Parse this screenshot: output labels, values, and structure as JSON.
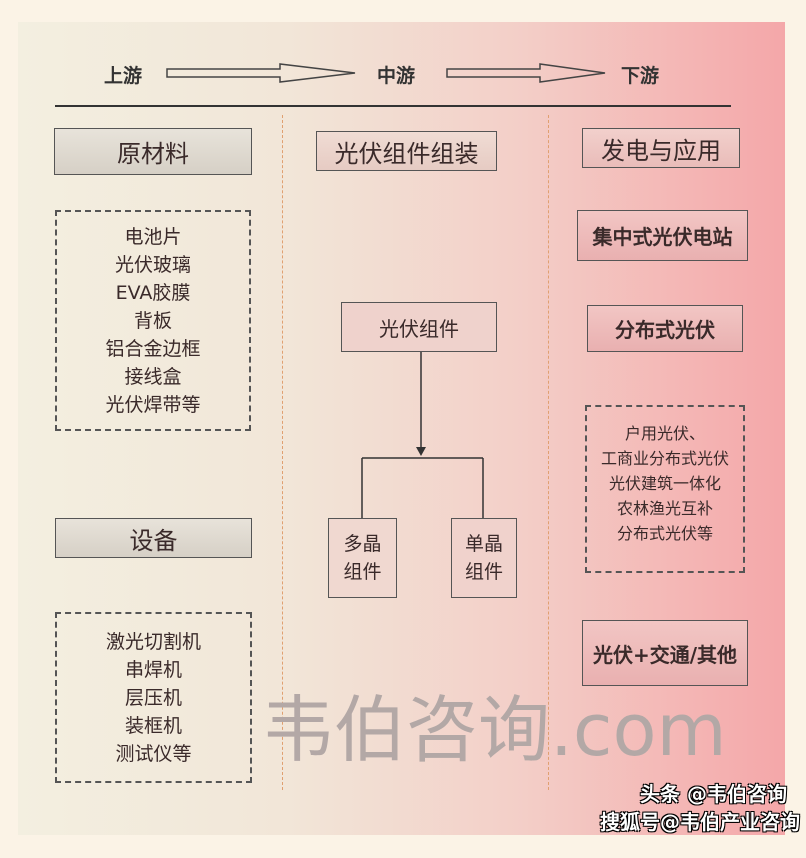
{
  "header": {
    "upstream": "上游",
    "midstream": "中游",
    "downstream": "下游"
  },
  "upstream": {
    "raw_title": "原材料",
    "raw_items": [
      "电池片",
      "光伏玻璃",
      "EVA胶膜",
      "背板",
      "铝合金边框",
      "接线盒",
      "光伏焊带等"
    ],
    "equip_title": "设备",
    "equip_items": [
      "激光切割机",
      "串焊机",
      "层压机",
      "装框机",
      "测试仪等"
    ]
  },
  "midstream": {
    "title": "光伏组件组装",
    "module": "光伏组件",
    "poly": [
      "多晶",
      "组件"
    ],
    "mono": [
      "单晶",
      "组件"
    ]
  },
  "downstream": {
    "title": "发电与应用",
    "centralized": "集中式光伏电站",
    "distributed": "分布式光伏",
    "dist_items": [
      "户用光伏、",
      "工商业分布式光伏",
      "光伏建筑一体化",
      "农林渔光互补",
      "分布式光伏等"
    ],
    "other": "光伏+交通/其他"
  },
  "watermark": "韦伯咨询.com",
  "credits": {
    "toutiao": "头条 @韦伯咨询",
    "sohu": "搜狐号@韦伯产业咨询"
  }
}
